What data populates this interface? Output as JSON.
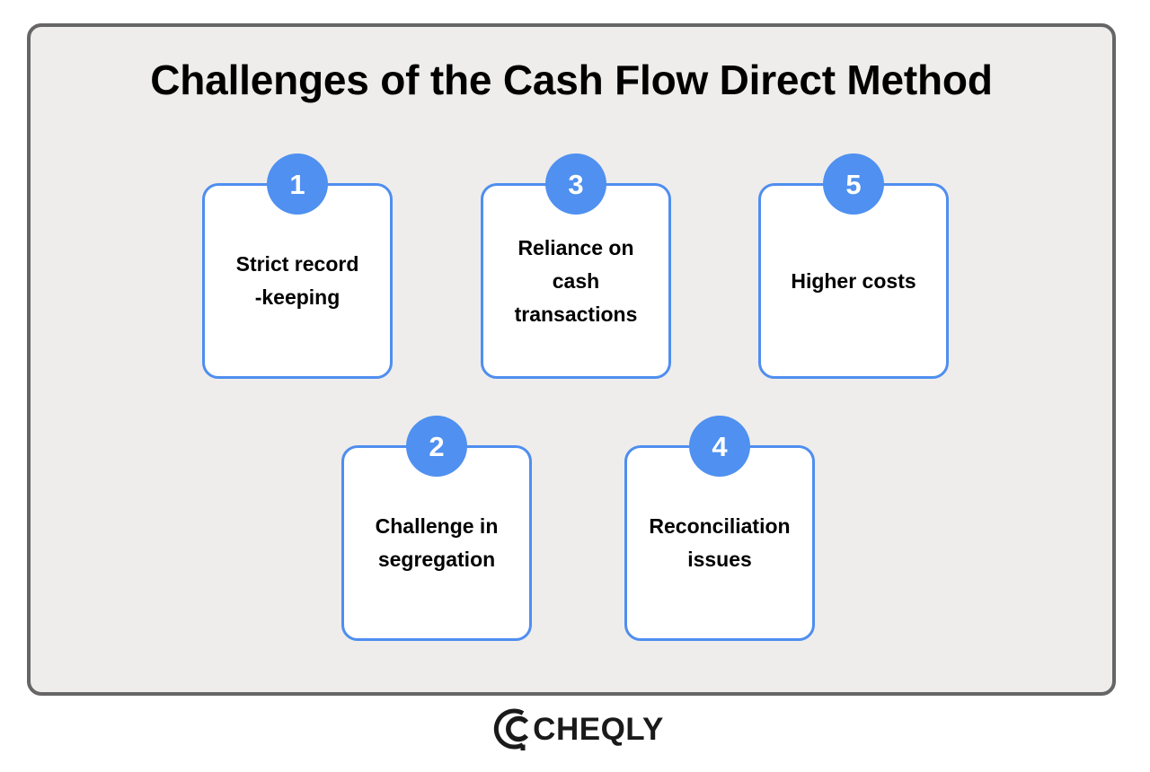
{
  "infographic": {
    "title": "Challenges of the Cash Flow Direct Method",
    "frame_border_color": "#666666",
    "frame_background_color": "#eeedeb",
    "accent_color": "#4f8ef0",
    "badge_color": "#4f90f0",
    "card_background_color": "#ffffff",
    "text_color": "#000000"
  },
  "cards": [
    {
      "number": "1",
      "text": "Strict record\n-keeping"
    },
    {
      "number": "2",
      "text": "Challenge in\nsegregation"
    },
    {
      "number": "3",
      "text": "Reliance on\ncash\ntransactions"
    },
    {
      "number": "4",
      "text": "Reconciliation\nissues"
    },
    {
      "number": "5",
      "text": "Higher costs"
    }
  ],
  "logo": {
    "mark": "cheqly-circle-c-logomark",
    "text": "CHEQLY",
    "color": "#1a1a1a"
  }
}
